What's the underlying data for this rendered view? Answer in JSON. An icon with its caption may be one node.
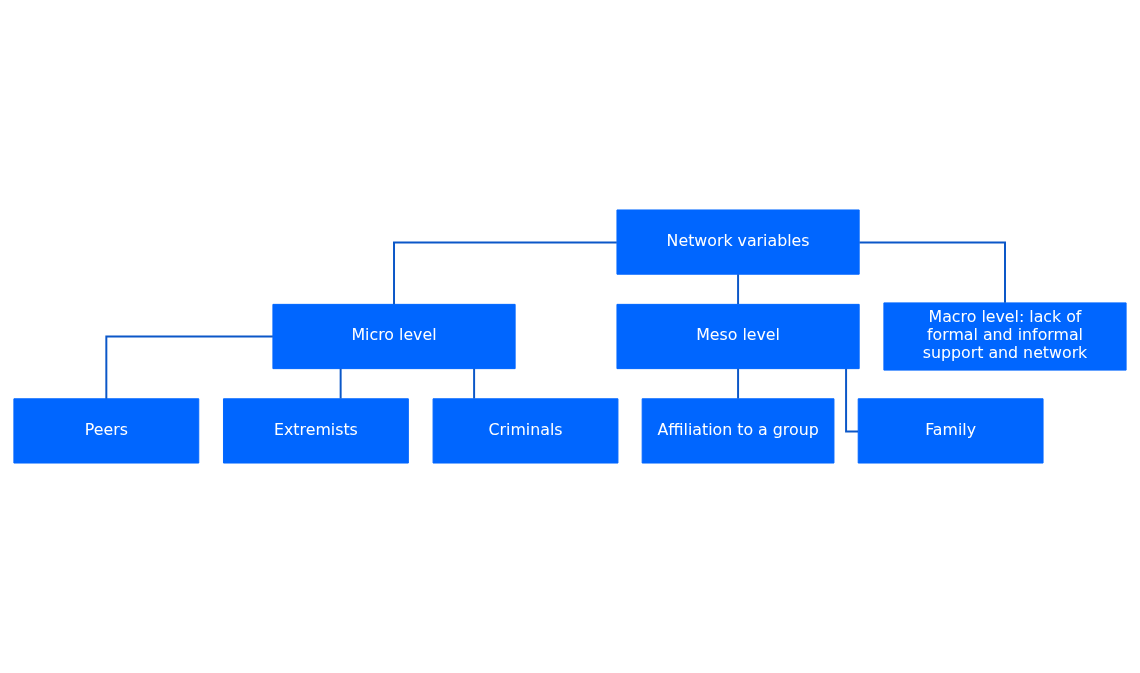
{
  "diagram": {
    "nodes": [
      {
        "text": [
          "Network variables"
        ]
      },
      {
        "text": [
          "Micro level"
        ]
      },
      {
        "text": [
          "Meso level"
        ]
      },
      {
        "text": [
          "Macro level: lack of formal and informal support and network"
        ]
      },
      {
        "text": [
          "Peers"
        ]
      },
      {
        "text": [
          "Extremists"
        ]
      },
      {
        "text": [
          "Criminals"
        ]
      },
      {
        "text": [
          "Affiliation to a group"
        ]
      },
      {
        "text": [
          "Family"
        ]
      }
    ],
    "edges": [
      {
        "from": 0,
        "to": 1,
        "arrow": "none"
      },
      {
        "from": 0,
        "to": 2,
        "arrow": "none"
      },
      {
        "from": 0,
        "to": 3,
        "arrow": "none"
      },
      {
        "from": 1,
        "to": 4,
        "arrow": "none"
      },
      {
        "from": 1,
        "to": 5,
        "arrow": "none"
      },
      {
        "from": 1,
        "to": 6,
        "arrow": "none"
      },
      {
        "from": 2,
        "to": 7,
        "arrow": "none"
      },
      {
        "from": 2,
        "to": 8,
        "arrow": "none"
      }
    ]
  }
}
